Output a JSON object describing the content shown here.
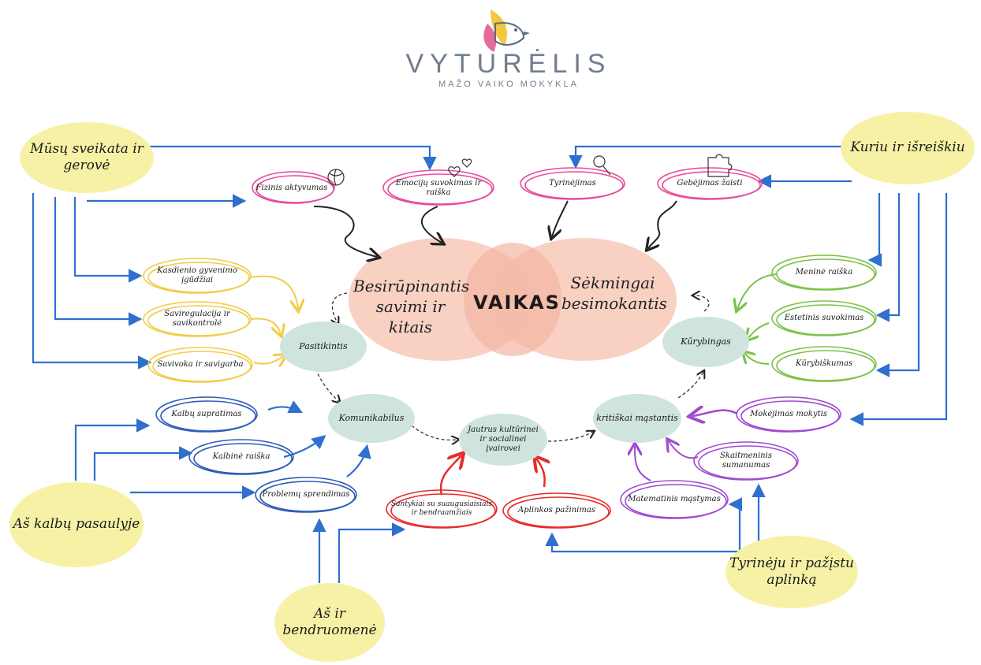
{
  "logo": {
    "name": "VYTURĖLIS",
    "tagline": "MAŽO VAIKO MOKYKLA",
    "colors": {
      "pink": "#e86a9a",
      "yellow": "#f2c744",
      "blue": "#5fa8d6",
      "purple": "#8a5cb0"
    }
  },
  "center": {
    "title": "VAIKAS",
    "left_label": "Besirūpinantis savimi ir kitais",
    "right_label": "Sėkmingai besimokantis",
    "circle_color": "#f7c9b8"
  },
  "areas": [
    {
      "id": "sveikata",
      "label": "Mūsų sveikata ir gerovė"
    },
    {
      "id": "kuriu",
      "label": "Kuriu ir išreiškiu"
    },
    {
      "id": "kalbu",
      "label": "Aš kalbų pasaulyje"
    },
    {
      "id": "bendruomene",
      "label": "Aš ir bendruomenė"
    },
    {
      "id": "tyrineju",
      "label": "Tyrinėju ir pažįstu aplinką"
    }
  ],
  "competences": [
    {
      "id": "pasitikintis",
      "label": "Pasitikintis"
    },
    {
      "id": "kurybingas",
      "label": "Kūrybingas"
    },
    {
      "id": "komunikabilus",
      "label": "Komunikabilus"
    },
    {
      "id": "kritiskai",
      "label": "kritiškai mąstantis"
    },
    {
      "id": "jautrus",
      "label": "Jautrus kultūrinei ir socialinei įvairovei"
    }
  ],
  "skills": [
    {
      "id": "fizinis",
      "label": "Fizinis aktyvumas",
      "color": "#e84b9c"
    },
    {
      "id": "emociju",
      "label": "Emocijų suvokimas ir raiška",
      "color": "#e84b9c"
    },
    {
      "id": "tyrinejimas",
      "label": "Tyrinėjimas",
      "color": "#e84b9c"
    },
    {
      "id": "gebejimas",
      "label": "Gebėjimas žaisti",
      "color": "#e84b9c"
    },
    {
      "id": "kasdienio",
      "label": "Kasdienio gyvenimo įgūdžiai",
      "color": "#f2cc4a"
    },
    {
      "id": "saviregul",
      "label": "Saviregulacija ir savikontrolė",
      "color": "#f2cc4a"
    },
    {
      "id": "savivoka",
      "label": "Savivoka ir savigarba",
      "color": "#f2cc4a"
    },
    {
      "id": "menine",
      "label": "Meninė raiška",
      "color": "#7cc24a"
    },
    {
      "id": "estetinis",
      "label": "Estetinis suvokimas",
      "color": "#7cc24a"
    },
    {
      "id": "kurybiskumas",
      "label": "Kūrybiškumas",
      "color": "#7cc24a"
    },
    {
      "id": "kalbu_supr",
      "label": "Kalbų supratimas",
      "color": "#2f5cb8"
    },
    {
      "id": "kalbine",
      "label": "Kalbinė raiška",
      "color": "#2f5cb8"
    },
    {
      "id": "problemu",
      "label": "Problemų sprendimas",
      "color": "#2f5cb8"
    },
    {
      "id": "santykiai",
      "label": "Santykiai su suaugusiaisiais ir bendraamžiais",
      "color": "#e82a2a"
    },
    {
      "id": "aplinkos",
      "label": "Aplinkos pažinimas",
      "color": "#e82a2a"
    },
    {
      "id": "mokejimas",
      "label": "Mokėjimas mokytis",
      "color": "#a04ad0"
    },
    {
      "id": "skaitmeninis",
      "label": "Skaitmeninis sumanumas",
      "color": "#a04ad0"
    },
    {
      "id": "matematinis",
      "label": "Matematinis mąstymas",
      "color": "#a04ad0"
    }
  ],
  "colors": {
    "area_fill": "#f7f1a6",
    "competence_fill": "#cfe4df",
    "link_blue": "#2f6fce",
    "arrow_dark": "#222222"
  }
}
